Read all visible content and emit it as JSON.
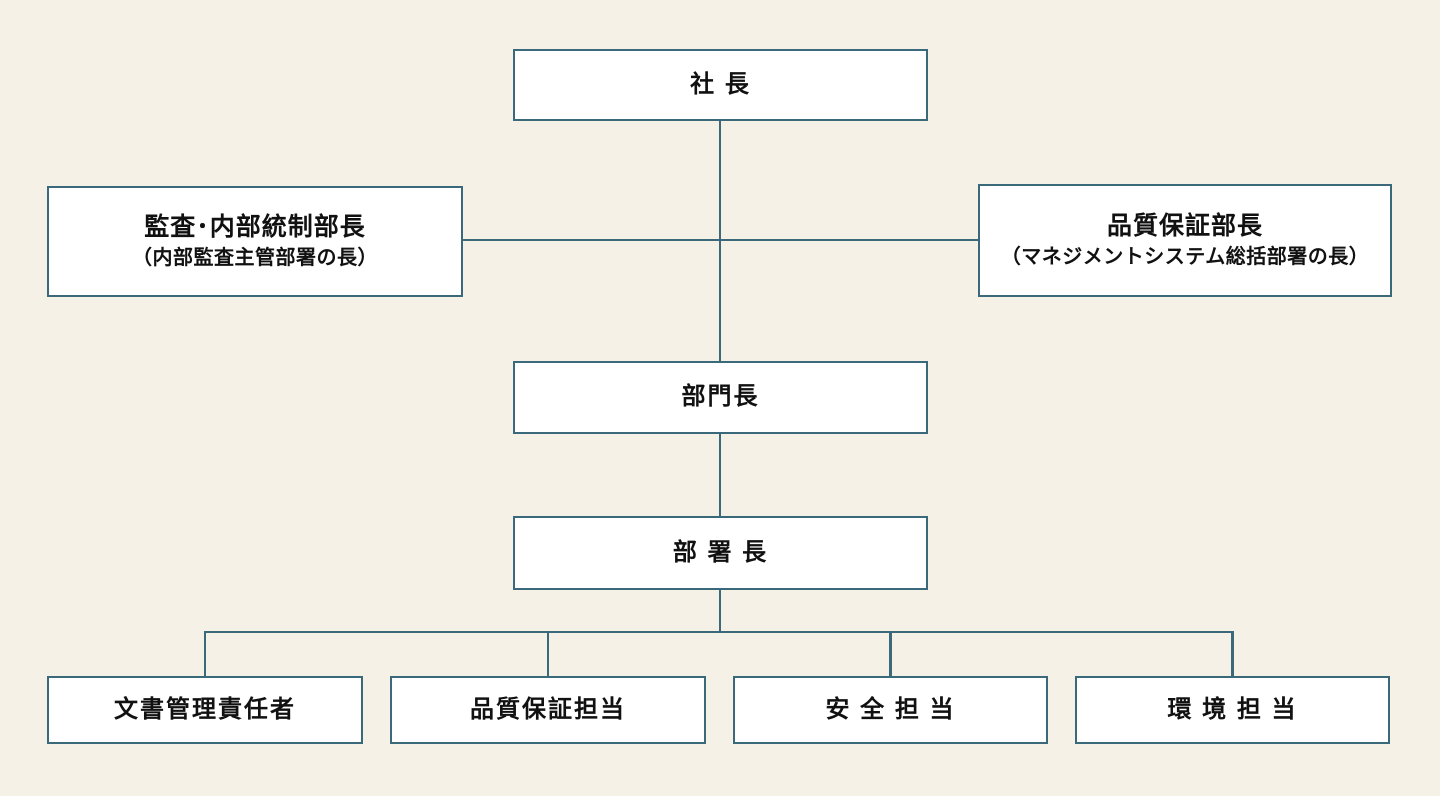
{
  "colors": {
    "background": "#F5F1E7",
    "line": "#3A697C",
    "box_fill": "#FFFFFF",
    "text": "#111111"
  },
  "chart_data": {
    "type": "org-chart",
    "nodes": {
      "president": {
        "label": "社 長"
      },
      "audit_director": {
        "title": "監査･内部統制部長",
        "subtitle": "（内部監査主管部署の長）"
      },
      "quality_director": {
        "title": "品質保証部長",
        "subtitle": "（マネジメントシステム総括部署の長）"
      },
      "division_head": {
        "label": "部門長"
      },
      "department_head": {
        "label": "部 署 長"
      },
      "document_manager": {
        "label": "文書管理責任者"
      },
      "quality_staff": {
        "label": "品質保証担当"
      },
      "safety_staff": {
        "label": "安 全 担 当"
      },
      "environment_staff": {
        "label": "環 境 担 当"
      }
    },
    "edges": [
      [
        "president",
        "audit_director"
      ],
      [
        "president",
        "quality_director"
      ],
      [
        "president",
        "division_head"
      ],
      [
        "division_head",
        "department_head"
      ],
      [
        "department_head",
        "document_manager"
      ],
      [
        "department_head",
        "quality_staff"
      ],
      [
        "department_head",
        "safety_staff"
      ],
      [
        "department_head",
        "environment_staff"
      ]
    ]
  }
}
